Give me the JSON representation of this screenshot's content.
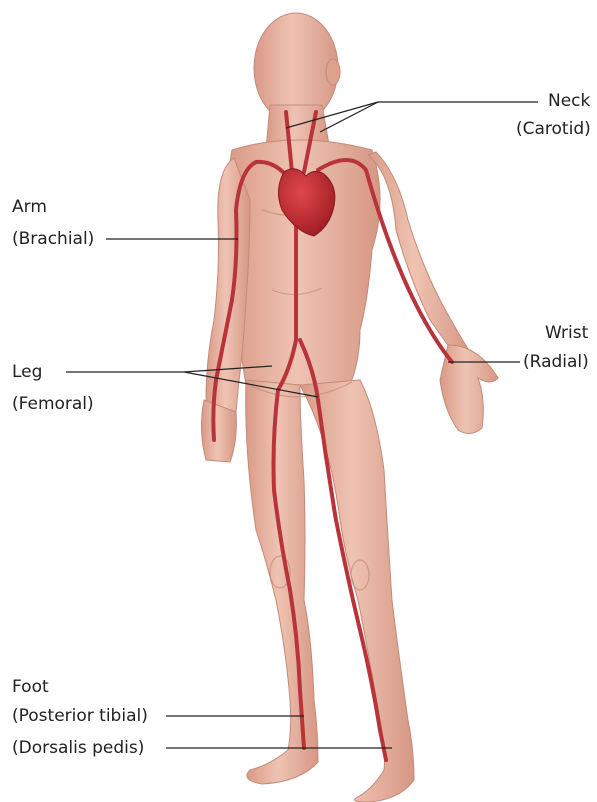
{
  "labels": {
    "neck": "Neck",
    "carotid": "(Carotid)",
    "arm": "Arm",
    "brachial": "(Brachial)",
    "wrist": "Wrist",
    "radial": "(Radial)",
    "leg": "Leg",
    "femoral": "(Femoral)",
    "foot": "Foot",
    "posterior_tibial": "(Posterior tibial)",
    "dorsalis_pedis": "(Dorsalis pedis)"
  },
  "colors": {
    "skin": "#e8b4a2",
    "skin_shadow": "#c98d7a",
    "artery": "#b8343a",
    "heart": "#c4282f",
    "leader_line": "#222222"
  }
}
